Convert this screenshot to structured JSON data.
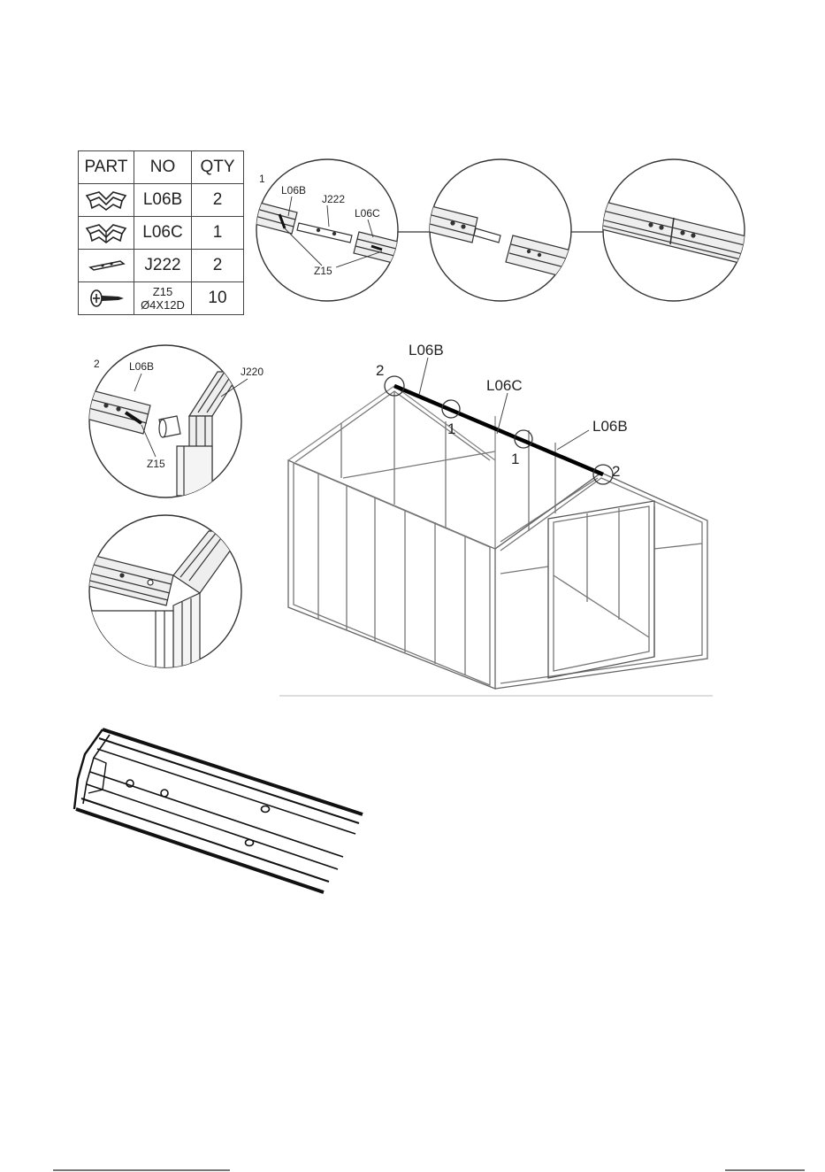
{
  "table": {
    "headers": {
      "part": "PART",
      "no": "NO",
      "qty": "QTY"
    },
    "rows": [
      {
        "icon": "ridge-connector-b-icon",
        "no": "L06B",
        "qty": "2"
      },
      {
        "icon": "ridge-connector-c-icon",
        "no": "L06C",
        "qty": "1"
      },
      {
        "icon": "joining-pin-icon",
        "no": "J222",
        "qty": "2"
      },
      {
        "icon": "screw-icon",
        "no_line1": "Z15",
        "no_line2": "Ø4X12D",
        "qty": "10"
      }
    ]
  },
  "step1": {
    "number": "1",
    "labels": {
      "l06b": "L06B",
      "j222": "J222",
      "l06c": "L06C",
      "z15": "Z15"
    }
  },
  "step2": {
    "number": "2",
    "labels": {
      "l06b": "L06B",
      "j220": "J220",
      "z15": "Z15"
    }
  },
  "overview": {
    "labels": {
      "l06b_left": "L06B",
      "l06c": "L06C",
      "l06b_right": "L06B",
      "pos_2_left": "2",
      "pos_1_a": "1",
      "pos_1_b": "1",
      "pos_2_right": "2"
    }
  }
}
